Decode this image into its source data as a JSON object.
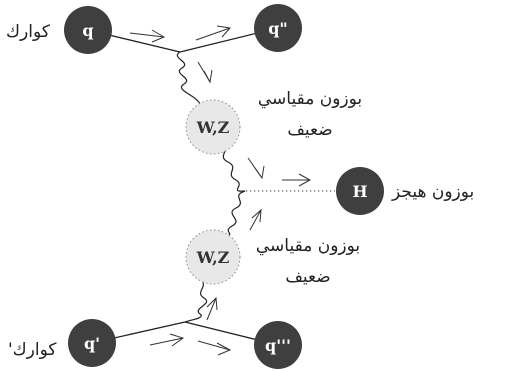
{
  "nodes": {
    "quark_top_in": "q",
    "quark_top_out": "q\"",
    "quark_bottom_in": "q'",
    "quark_bottom_out": "q'''",
    "boson_upper": "W,Z",
    "boson_lower": "W,Z",
    "higgs": "H"
  },
  "labels": {
    "quark_top": "كوارك",
    "quark_bottom": "كوارك'",
    "boson_upper_line1": "بوزون مقياسي",
    "boson_upper_line2": "ضعيف",
    "boson_lower_line1": "بوزون مقياسي",
    "boson_lower_line2": "ضعيف",
    "higgs": "بوزون هيجز"
  },
  "colors": {
    "node_dark": "#3f3f3f",
    "boson_fill": "#e8e8e8"
  }
}
